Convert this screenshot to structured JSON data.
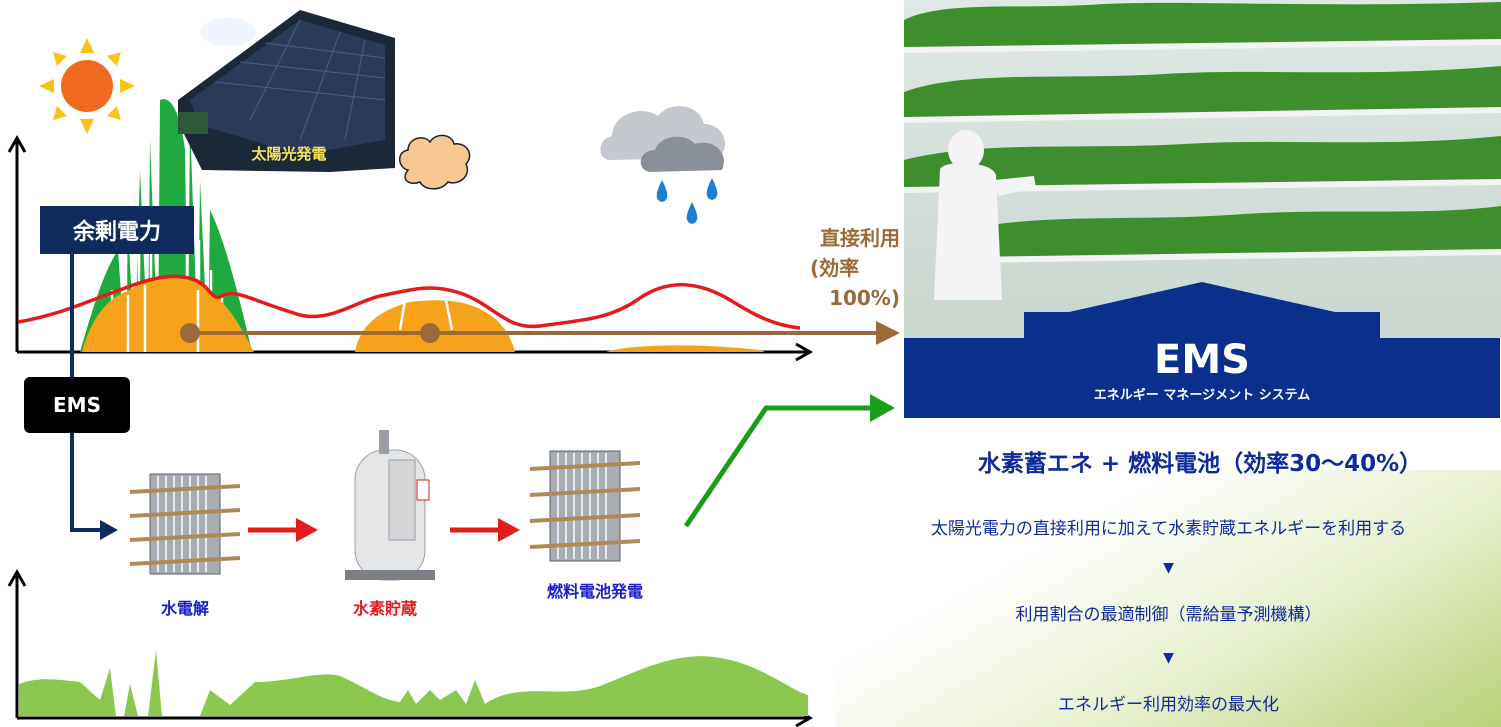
{
  "labels": {
    "solar_power": "太陽光発電",
    "surplus_power": "余剰電力",
    "ems_small": "EMS",
    "direct_use_line1": "直接利用",
    "direct_use_line2": "(効率",
    "direct_use_line3": "100%)",
    "electrolysis": "水電解",
    "hydrogen_storage": "水素貯蔵",
    "fuel_cell": "燃料電池発電"
  },
  "ems_box": {
    "title": "EMS",
    "subtitle": "エネルギー マネージメント システム"
  },
  "right_panel": {
    "headline": "水素蓄エネ + 燃料電池（効率30～40%）",
    "line1": "太陽光電力の直接利用に加えて水素貯蔵エネルギーを利用する",
    "arrow1": "▼",
    "line2": "利用割合の最適制御（需給量予測機構）",
    "arrow2": "▼",
    "line3": "エネルギー利用効率の最大化"
  },
  "colors": {
    "navy": "#0f2a5c",
    "ems_blue": "#0a2f8c",
    "solar_green": "#1faa3f",
    "orange": "#f7a21b",
    "demand_red": "#e41b1b",
    "direct_brown": "#9a6a3a",
    "arrow_red": "#e41b1b",
    "arrow_green": "#1a9e1a",
    "bottom_green": "#8cc850"
  }
}
